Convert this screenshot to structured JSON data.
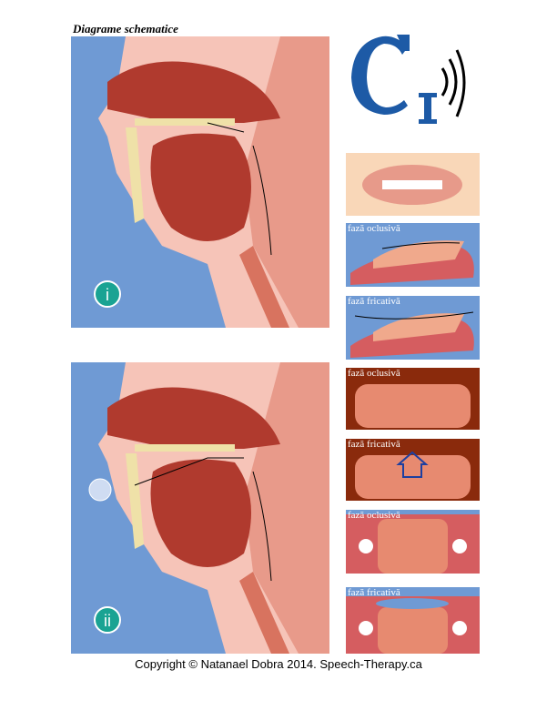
{
  "title": "Diagrame schematice",
  "panels": [
    {
      "numeral": "i"
    },
    {
      "numeral": "ii"
    }
  ],
  "tiles": [
    {
      "label": ""
    },
    {
      "label": "fază oclusivă"
    },
    {
      "label": "fază fricativă"
    },
    {
      "label": "fază oclusivă"
    },
    {
      "label": "fază fricativă"
    },
    {
      "label": "fază oclusivă"
    },
    {
      "label": "fază fricativă"
    }
  ],
  "logo": {
    "text": "CI"
  },
  "copyright": "Copyright © Natanael Dobra 2014. Speech-Therapy.ca",
  "colors": {
    "background": "#6f9ad4",
    "skin": "#f6c4b8",
    "tongue": "#b03a2e",
    "logo": "#1d5aa6",
    "badge": "#1aa393"
  }
}
